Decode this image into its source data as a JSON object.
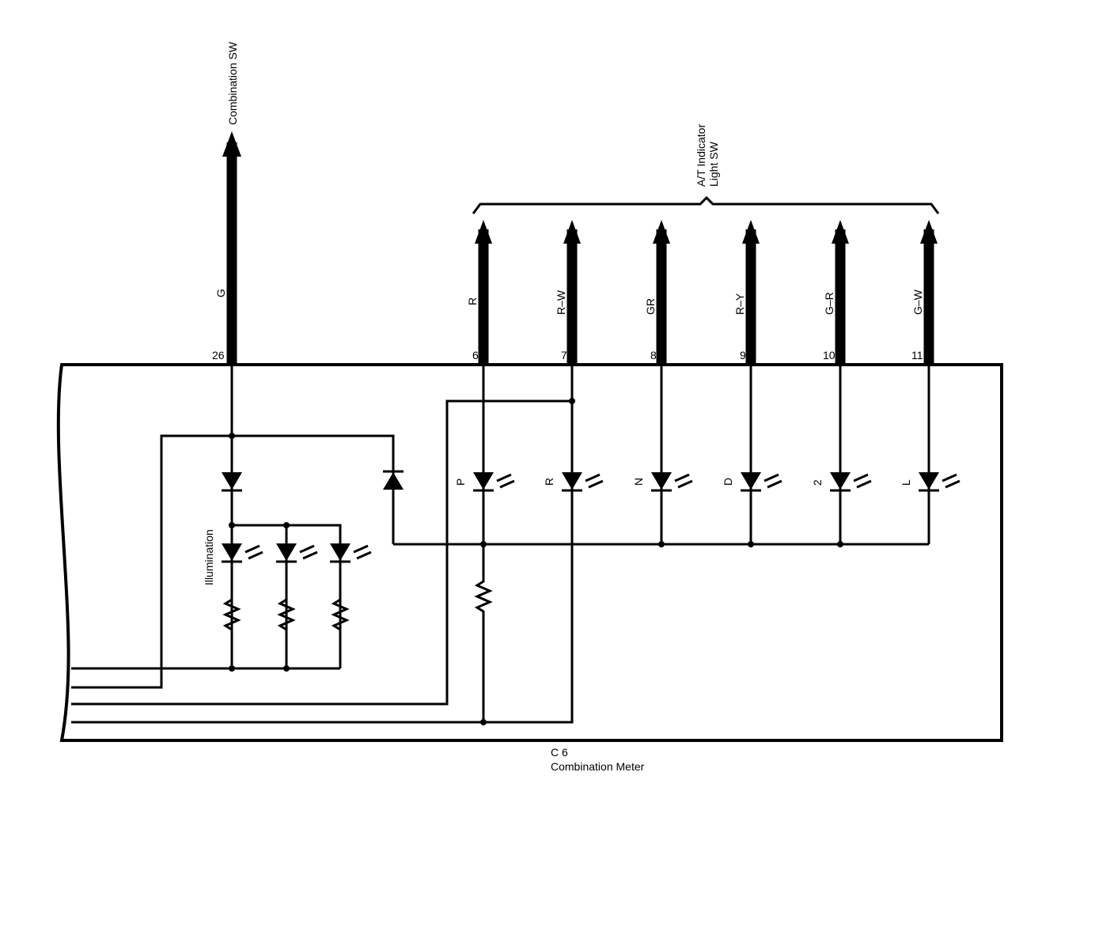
{
  "component": {
    "code": "C 6",
    "name": "Combination Meter"
  },
  "illumination_label": "Illumination",
  "combination_sw": {
    "label": "Combination SW",
    "wire_color": "G",
    "pin": "26"
  },
  "at_indicator": {
    "label_line1": "A/T Indicator",
    "label_line2": "Light SW",
    "channels": [
      {
        "pin": "6",
        "wire_color": "R",
        "position": "P"
      },
      {
        "pin": "7",
        "wire_color": "R–W",
        "position": "R"
      },
      {
        "pin": "8",
        "wire_color": "GR",
        "position": "N"
      },
      {
        "pin": "9",
        "wire_color": "R–Y",
        "position": "D"
      },
      {
        "pin": "10",
        "wire_color": "G–R",
        "position": "2"
      },
      {
        "pin": "11",
        "wire_color": "G–W",
        "position": "L"
      }
    ]
  }
}
